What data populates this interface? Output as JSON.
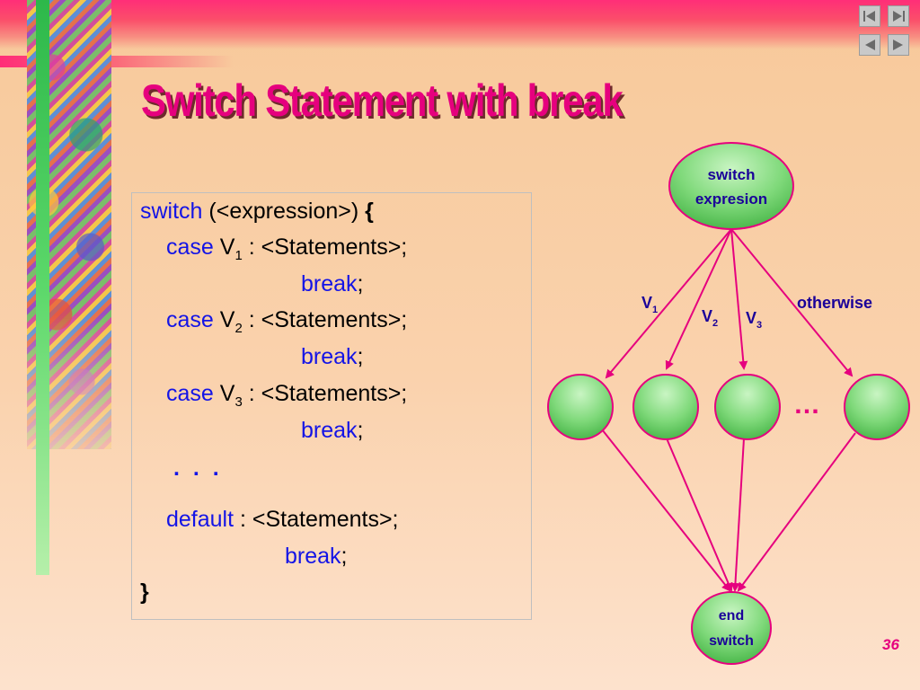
{
  "slide": {
    "title": "Switch Statement with break",
    "page_number": "36"
  },
  "nav": {
    "first": "first-slide-icon",
    "last": "last-slide-icon",
    "previous": "previous-slide-icon",
    "next": "next-slide-icon"
  },
  "code": {
    "line1": {
      "kw": "switch",
      "expr": "(<expression>)",
      "brace": "{"
    },
    "case1": {
      "kw": "case",
      "v": "V",
      "sub": "1",
      "stmt": ": <Statements>;"
    },
    "break1": {
      "kw": "break",
      "semi": ";"
    },
    "case2": {
      "kw": "case",
      "v": "V",
      "sub": "2",
      "stmt": ": <Statements>;"
    },
    "break2": {
      "kw": "break",
      "semi": ";"
    },
    "case3": {
      "kw": "case",
      "v": "V",
      "sub": "3",
      "stmt": ": <Statements>;"
    },
    "break3": {
      "kw": "break",
      "semi": ";"
    },
    "ellipsis": ". . .",
    "default": {
      "kw": "default",
      "stmt": ": <Statements>;"
    },
    "break4": {
      "kw": "break",
      "semi": ";"
    },
    "close": "}"
  },
  "diagram": {
    "start_line1": "switch",
    "start_line2": "expresion",
    "labels": {
      "v1": "V",
      "v1_sub": "1",
      "v2": "V",
      "v2_sub": "2",
      "v3": "V",
      "v3_sub": "3",
      "otherwise": "otherwise"
    },
    "ellipsis": "…",
    "end_line1": "end",
    "end_line2": "switch"
  },
  "colors": {
    "accent": "#e6007e",
    "keyword": "#1414e6",
    "diagram_label": "#1a0099",
    "node_fill": "#6fd36f",
    "arrow": "#e6007e"
  }
}
